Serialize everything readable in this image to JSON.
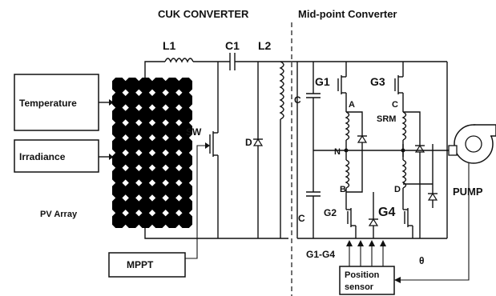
{
  "labels": {
    "cuk_title": "CUK CONVERTER",
    "mid_title": "Mid-point Converter",
    "l1": "L1",
    "c1": "C1",
    "l2": "L2",
    "temperature": "Temperature",
    "irradiance": "Irradiance",
    "pv_array": "PV Array",
    "sw": "SW",
    "d": "D",
    "c_top": "C",
    "c_bottom": "C",
    "g1": "G1",
    "g3": "G3",
    "g2": "G2",
    "g4": "G4",
    "a": "A",
    "n": "N",
    "b": "B",
    "srm": "SRM",
    "d_phase": "D",
    "c_phase": "C",
    "pump": "PUMP",
    "mppt": "MPPT",
    "g1_g4": "G1-G4",
    "theta": "θ",
    "position_sensor_line1": "Position",
    "position_sensor_line2": "sensor"
  },
  "colors": {
    "ink": "#111111",
    "cell": "#000000",
    "background": "#ffffff"
  }
}
